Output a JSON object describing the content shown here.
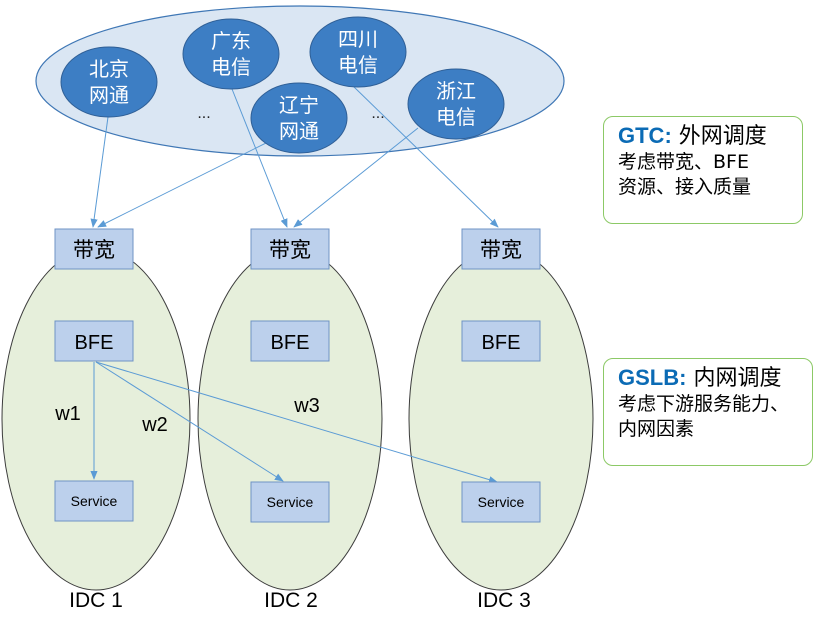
{
  "isp": {
    "nodes": [
      {
        "line1": "北京",
        "line2": "网通"
      },
      {
        "line1": "广东",
        "line2": "电信"
      },
      {
        "line1": "辽宁",
        "line2": "网通"
      },
      {
        "line1": "四川",
        "line2": "电信"
      },
      {
        "line1": "浙江",
        "line2": "电信"
      }
    ],
    "ellipsis_left": "...",
    "ellipsis_right": "..."
  },
  "idcs": [
    {
      "label": "IDC 1",
      "bandwidth": "带宽",
      "bfe": "BFE",
      "service": "Service"
    },
    {
      "label": "IDC 2",
      "bandwidth": "带宽",
      "bfe": "BFE",
      "service": "Service"
    },
    {
      "label": "IDC 3",
      "bandwidth": "带宽",
      "bfe": "BFE",
      "service": "Service"
    }
  ],
  "weights": {
    "w1": "w1",
    "w2": "w2",
    "w3": "w3"
  },
  "gtc": {
    "title": "GTC:",
    "title_suffix": " 外网调度",
    "line2": "考虑带宽、BFE",
    "line3": "资源、接入质量"
  },
  "gslb": {
    "title": "GSLB:",
    "title_suffix": " 内网调度",
    "line2": "考虑下游服务能力、",
    "line3": "内网因素"
  },
  "colors": {
    "top_ellipse_fill": "#dae6f3",
    "top_ellipse_stroke": "#3f77b5",
    "isp_node_fill": "#3d7ec4",
    "idc_ellipse_fill": "#e6efdb",
    "box_fill": "#bcd0ec",
    "box_stroke": "#6f93c4",
    "arrow": "#5b9bd5",
    "accent": "#0b6bb5",
    "panel_border": "#8cc966"
  }
}
